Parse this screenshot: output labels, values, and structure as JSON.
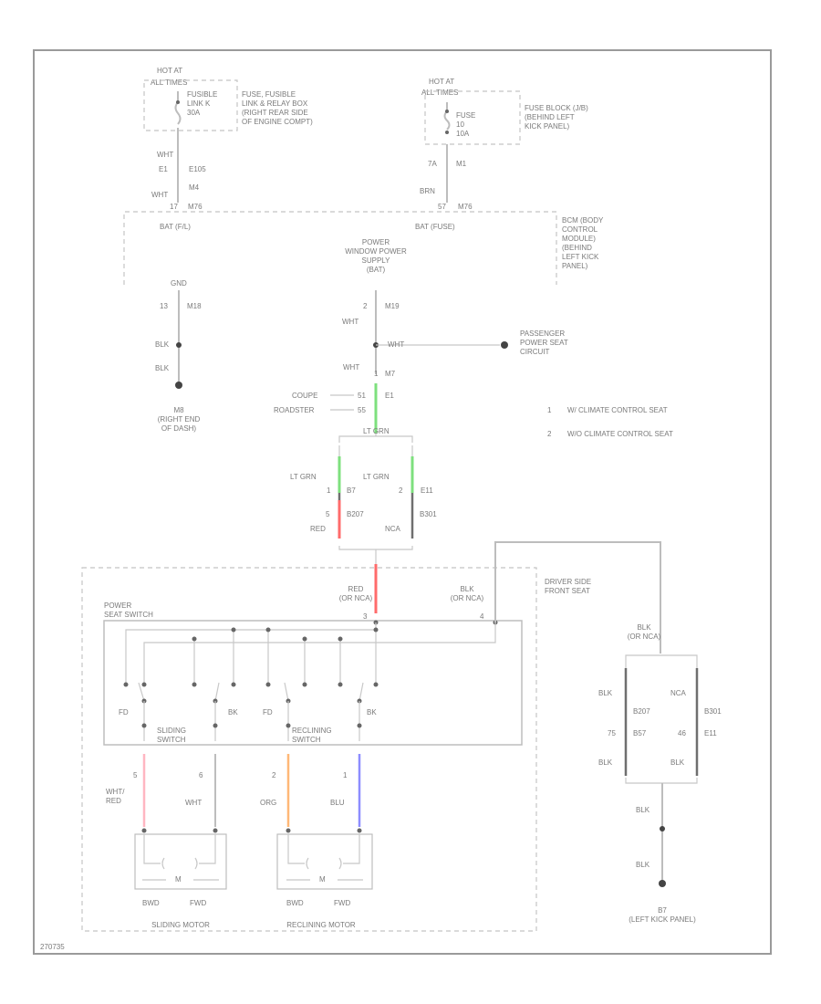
{
  "fuse_left": {
    "hot_at": "HOT AT",
    "hot_at_sub": "ALL TIMES",
    "fusible_link": "FUSIBLE\nLINK K\n30A",
    "location": "FUSE, FUSIBLE\nLINK & RELAY BOX\n(RIGHT REAR SIDE\nOF ENGINE COMPT)",
    "wire_color_1": "WHT",
    "conn_1": "E1",
    "conn_1b": "E105",
    "conn_1c": "M4",
    "wire_color_2": "WHT",
    "conn_2": "17",
    "conn_2b": "M76"
  },
  "fuse_right": {
    "hot_at": "HOT AT",
    "hot_at_sub": "ALL TIMES",
    "fuse": "FUSE\n10\n10A",
    "location": "FUSE BLOCK (J/B)\n(BEHIND LEFT\nKICK PANEL)",
    "conn_a": "7A",
    "conn_b": "M1",
    "wire_color": "BRN",
    "conn_c": "57",
    "conn_d": "M76"
  },
  "bcm": {
    "bat_fl": "BAT (F/L)",
    "bat_fuse": "BAT (FUSE)",
    "label": "BCM (BODY\nCONTROL\nMODULE)\n(BEHIND\nLEFT KICK\nPANEL)",
    "power_supply": "POWER\nWINDOW POWER\nSUPPLY\n(BAT)",
    "gnd": "GND",
    "gnd_pin": "13",
    "gnd_conn": "M18",
    "ps_pin": "2",
    "ps_conn": "M19"
  },
  "ground_left": {
    "wire_1": "BLK",
    "wire_2": "BLK",
    "ground": "M8\n(RIGHT END\nOF DASH)"
  },
  "passenger": {
    "wire": "WHT",
    "label": "PASSENGER\nPOWER SEAT\nCIRCUIT"
  },
  "center": {
    "wht": "WHT",
    "wht_pin": "1",
    "wht_conn": "M7",
    "coupe": "COUPE",
    "roadster": "ROADSTER",
    "coupe_pin": "51",
    "roadster_pin": "55",
    "e_conn": "E1",
    "lt_grn": "LT GRN",
    "lt_grn_l": "LT GRN",
    "lt_grn_r": "LT GRN",
    "pin_l": "1",
    "conn_l": "B7",
    "pin_r": "2",
    "conn_r": "E11",
    "red_pin": "5",
    "red": "RED",
    "conn_lb": "B207",
    "nca": "NCA",
    "conn_rb": "B301"
  },
  "legend": {
    "item1_num": "1",
    "item1": "W/ CLIMATE CONTROL SEAT",
    "item2_num": "2",
    "item2": "W/O CLIMATE CONTROL SEAT"
  },
  "seat": {
    "driver_side": "DRIVER SIDE\nFRONT SEAT",
    "power_seat_switch": "POWER\nSEAT SWITCH",
    "red_or_nca": "RED\n(OR NCA)",
    "blk_or_nca": "BLK\n(OR NCA)",
    "pin_3": "3",
    "pin_4": "4",
    "fd_1": "FD",
    "bk_1": "BK",
    "fd_2": "FD",
    "bk_2": "BK",
    "sliding_switch": "SLIDING\nSWITCH",
    "reclining_switch": "RECLINING\nSWITCH",
    "pin_5": "5",
    "pin_6": "6",
    "pin_2": "2",
    "pin_1": "1",
    "wht_red": "WHT/\nRED",
    "wht": "WHT",
    "org": "ORG",
    "blu": "BLU",
    "m_1": "M",
    "m_2": "M",
    "bwd_1": "BWD",
    "fwd_1": "FWD",
    "bwd_2": "BWD",
    "fwd_2": "FWD",
    "sliding_motor": "SLIDING MOTOR",
    "reclining_motor": "RECLINING MOTOR"
  },
  "ground_right": {
    "blk_or_nca": "BLK\n(OR NCA)",
    "blk_l": "BLK",
    "nca_r": "NCA",
    "conn_l": "B207",
    "conn_r": "B301",
    "pin_l": "75",
    "conn_l2": "B57",
    "pin_r": "46",
    "conn_r2": "E11",
    "blk_l2": "BLK",
    "blk_r2": "BLK",
    "blk_1": "BLK",
    "blk_2": "BLK",
    "ground": "B7\n(LEFT KICK PANEL)"
  },
  "footer": {
    "code": "270735"
  },
  "colors": {
    "red_wire": "#ff6b6b",
    "green_wire": "#7ee07e",
    "yellow_wire": "#e7d88a",
    "orange_wire": "#ffb877",
    "blue_wire": "#8d8dff",
    "pink_wire": "#ffb6c1"
  }
}
